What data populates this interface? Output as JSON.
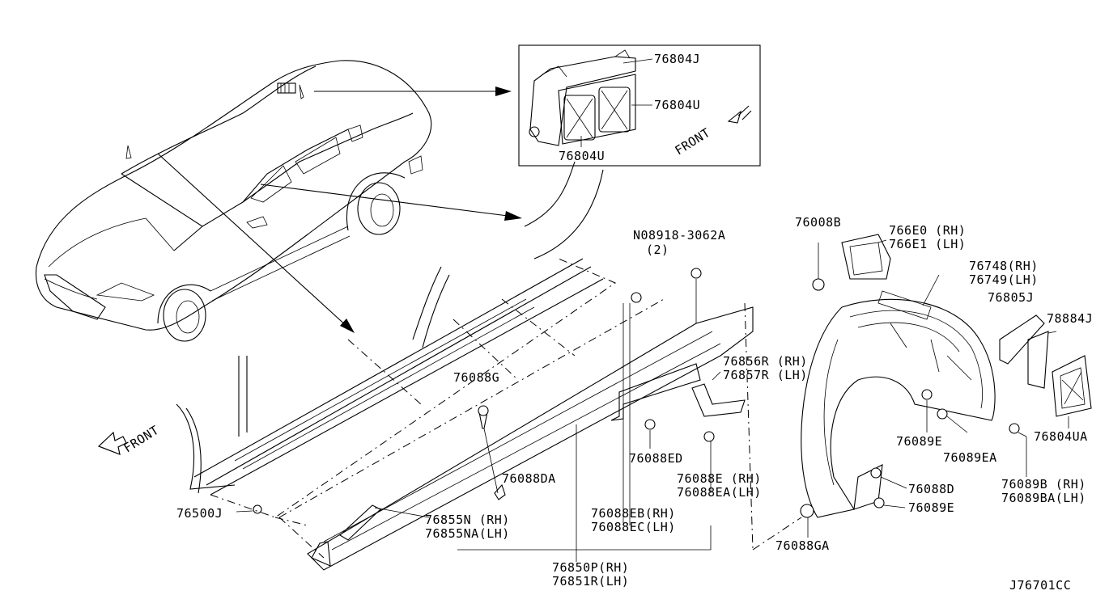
{
  "diagram_id": "J76701CC",
  "front_labels": {
    "inset": "FRONT",
    "main": "FRONT"
  },
  "inset_labels": {
    "upper": "76804J",
    "right": "76804U",
    "lower": "76804U"
  },
  "labels": {
    "nut_a": "N08918-3062A",
    "nut_a_qty": "(2)",
    "p76008B": "76008B",
    "p766E0": "766E0 (RH)",
    "p766E1": "766E1 (LH)",
    "p76748": "76748(RH)",
    "p76749": "76749(LH)",
    "p76805J": "76805J",
    "p78884J": "78884J",
    "p76804UA": "76804UA",
    "p76089B": "76089B (RH)",
    "p76089BA": "76089BA(LH)",
    "p76089E_top": "76089E",
    "p76089EA": "76089EA",
    "p76088D": "76088D",
    "p76089E_bottom": "76089E",
    "p76088GA": "76088GA",
    "p76856R": "76856R (RH)",
    "p76857R": "76857R (LH)",
    "p76088ED": "76088ED",
    "p76088E": "76088E  (RH)",
    "p76088EA": "76088EA(LH)",
    "p76088G": "76088G",
    "p76088DA": "76088DA",
    "p76500J": "76500J",
    "p76855N": "76855N  (RH)",
    "p76855NA": "76855NA(LH)",
    "p76088EB": "76088EB(RH)",
    "p76088EC": "76088EC(LH)",
    "p76850P": "76850P(RH)",
    "p76851R": "76851R(LH)"
  }
}
